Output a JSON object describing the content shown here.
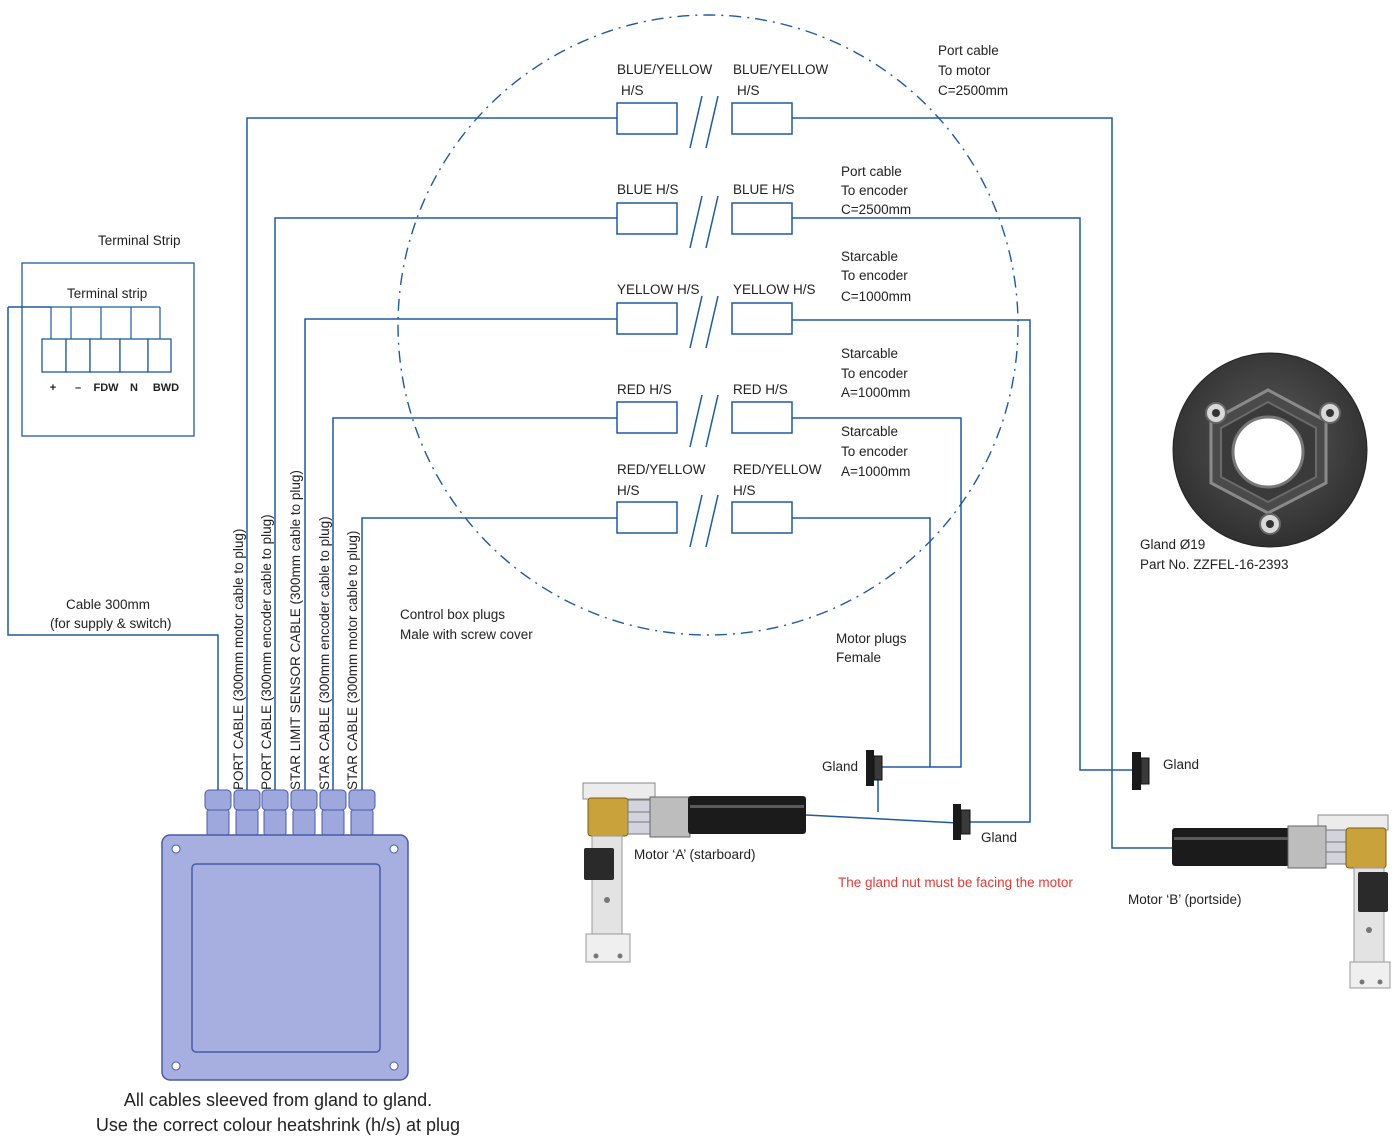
{
  "terminal_strip": {
    "title": "Terminal Strip",
    "inner_label": "Terminal strip",
    "terminals": [
      "+",
      "–",
      "FDW",
      "N",
      "BWD"
    ]
  },
  "supply_cable": {
    "line1": "Cable 300mm",
    "line2": "(for supply & switch)"
  },
  "control_box_cables": [
    "PORT CABLE (300mm motor cable to plug)",
    "PORT CABLE (300mm encoder cable to plug)",
    "STAR LIMIT SENSOR CABLE (300mm cable to plug)",
    "STAR CABLE (300mm encoder cable to plug)",
    "STAR CABLE (300mm motor cable to plug)"
  ],
  "control_box_plugs": {
    "line1": "Control box plugs",
    "line2": "Male with screw cover"
  },
  "plugs": [
    {
      "left": [
        "BLUE/YELLOW",
        "H/S"
      ],
      "right": [
        "BLUE/YELLOW",
        "H/S"
      ],
      "cable": [
        "Port cable",
        "To motor",
        "C=2500mm"
      ]
    },
    {
      "left": [
        "BLUE H/S"
      ],
      "right": [
        "BLUE H/S"
      ],
      "cable": [
        "Port cable",
        "To encoder",
        "C=2500mm"
      ]
    },
    {
      "left": [
        "YELLOW H/S"
      ],
      "right": [
        "YELLOW H/S"
      ],
      "cable": [
        "Starcable",
        "To encoder",
        "C=1000mm"
      ]
    },
    {
      "left": [
        "RED H/S"
      ],
      "right": [
        "RED H/S"
      ],
      "cable": [
        "Starcable",
        "To encoder",
        "A=1000mm"
      ]
    },
    {
      "left": [
        "RED/YELLOW",
        "H/S"
      ],
      "right": [
        "RED/YELLOW",
        "H/S"
      ],
      "cable": [
        "Starcable",
        "To encoder",
        "A=1000mm"
      ]
    }
  ],
  "motor_plugs": {
    "line1": "Motor plugs",
    "line2": "Female"
  },
  "glands": {
    "motor_a_upper": "Gland",
    "motor_a_lower": "Gland",
    "motor_b": "Gland"
  },
  "motor_a_label": "Motor ‘A’ (starboard)",
  "motor_b_label": "Motor ‘B’ (portside)",
  "warning": "The gland nut must be facing the motor",
  "gland_part": {
    "size": "Gland Ø19",
    "part_no": "Part No. ZZFEL-16-2393"
  },
  "footer": {
    "line1": "All cables sleeved from gland to gland.",
    "line2": "Use the correct colour heatshrink (h/s) at plug"
  },
  "colors": {
    "wire": "#1e5aa0",
    "control_box": "#a7aee0",
    "warning": "#e53935"
  }
}
